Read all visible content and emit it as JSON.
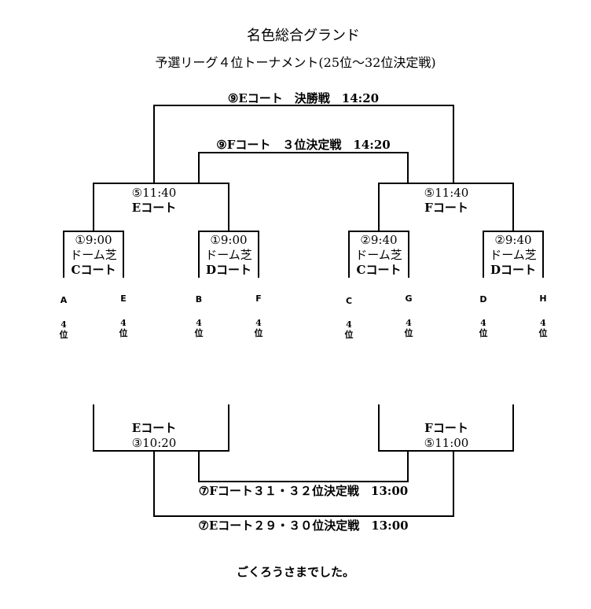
{
  "title": "名色総合グランド",
  "subtitle": "予選リーグ４位トーナメント(25位～32位決定戦)",
  "final_label": "⑨Eコート　決勝戦　14:20",
  "third_place_label": "⑨Fコート　３位決定戦　14:20",
  "semis": [
    {
      "line1": "⑤11:40",
      "line2": "Eコート"
    },
    {
      "line1": "⑤11:40",
      "line2": "Fコート"
    }
  ],
  "first_round": [
    {
      "line1": "①9:00",
      "line2": "ドーム芝",
      "line3": "Cコート"
    },
    {
      "line1": "①9:00",
      "line2": "ドーム芝",
      "line3": "Dコート"
    },
    {
      "line1": "②9:40",
      "line2": "ドーム芝",
      "line3": "Cコート"
    },
    {
      "line1": "②9:40",
      "line2": "ドーム芝",
      "line3": "Dコート"
    }
  ],
  "teams": [
    {
      "group": "A",
      "rank_num": "4",
      "rank_unit": "位"
    },
    {
      "group": "E",
      "rank_num": "4",
      "rank_unit": "位"
    },
    {
      "group": "B",
      "rank_num": "4",
      "rank_unit": "位"
    },
    {
      "group": "F",
      "rank_num": "4",
      "rank_unit": "位"
    },
    {
      "group": "C",
      "rank_num": "4",
      "rank_unit": "位"
    },
    {
      "group": "G",
      "rank_num": "4",
      "rank_unit": "位"
    },
    {
      "group": "D",
      "rank_num": "4",
      "rank_unit": "位"
    },
    {
      "group": "H",
      "rank_num": "4",
      "rank_unit": "位"
    }
  ],
  "consolation_semis": [
    {
      "line1": "Eコート",
      "line2": "③10:20"
    },
    {
      "line1": "Fコート",
      "line2": "⑤11:00"
    }
  ],
  "place_31_32_label": "⑦Fコート３１・３２位決定戦　13:00",
  "place_29_30_label": "⑦Eコート２９・３０位決定戦　13:00",
  "closing": "ごくろうさまでした。"
}
